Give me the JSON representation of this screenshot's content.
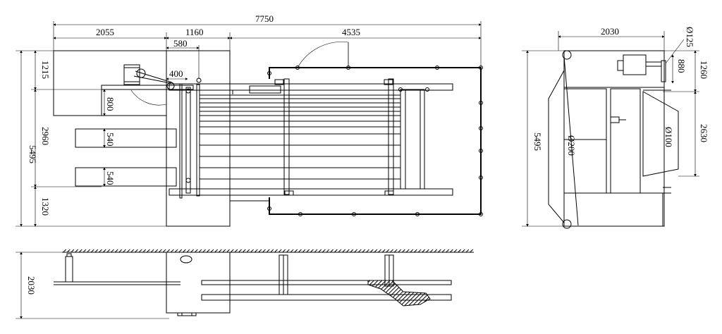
{
  "drawing": {
    "top_view": {
      "overall_length": "7750",
      "segment_1": "2055",
      "segment_2": "1160",
      "segment_3": "4535",
      "offset_580": "580",
      "offset_400": "400",
      "height_1215": "1215",
      "height_2960": "2960",
      "height_1320": "1320",
      "total_height": "5495",
      "opening_800": "800",
      "opening_540_a": "540",
      "opening_540_b": "540"
    },
    "side_view": {
      "width": "2030",
      "dia_125": "Ø125",
      "dim_880": "880",
      "dim_1260": "1260",
      "dim_2630": "2630",
      "total_height": "5495",
      "dia_200": "Ø200",
      "dia_100": "Ø100"
    },
    "front_view": {
      "height": "2030"
    }
  }
}
